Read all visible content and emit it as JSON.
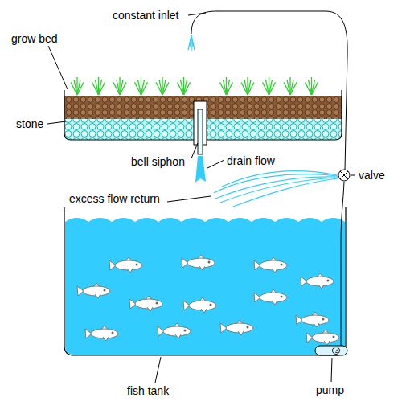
{
  "diagram": {
    "labels": [
      "constant inlet",
      "grow bed",
      "stone",
      "bell siphon",
      "drain flow",
      "valve",
      "excess flow return",
      "fish tank",
      "pump"
    ]
  }
}
